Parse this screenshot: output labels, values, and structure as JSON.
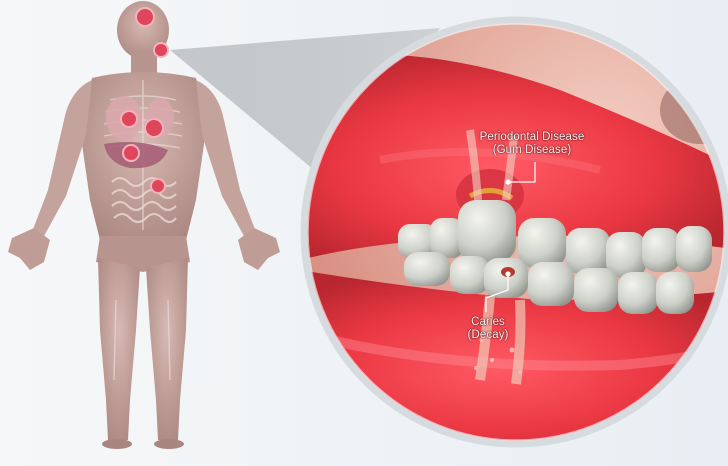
{
  "labels": {
    "periodontal_line1": "Periodontal Disease",
    "periodontal_line2": "(Gum Disease)",
    "caries_line1": "Caries",
    "caries_line2": "(Decay)"
  },
  "colors": {
    "background": "#f3f6f8",
    "magnifier_border": "#cfd6da",
    "gum": "#e93a45",
    "tooth": "#d9dcd7",
    "organ_highlight": "#e03b52",
    "body_skin": "#c9a8a4"
  }
}
